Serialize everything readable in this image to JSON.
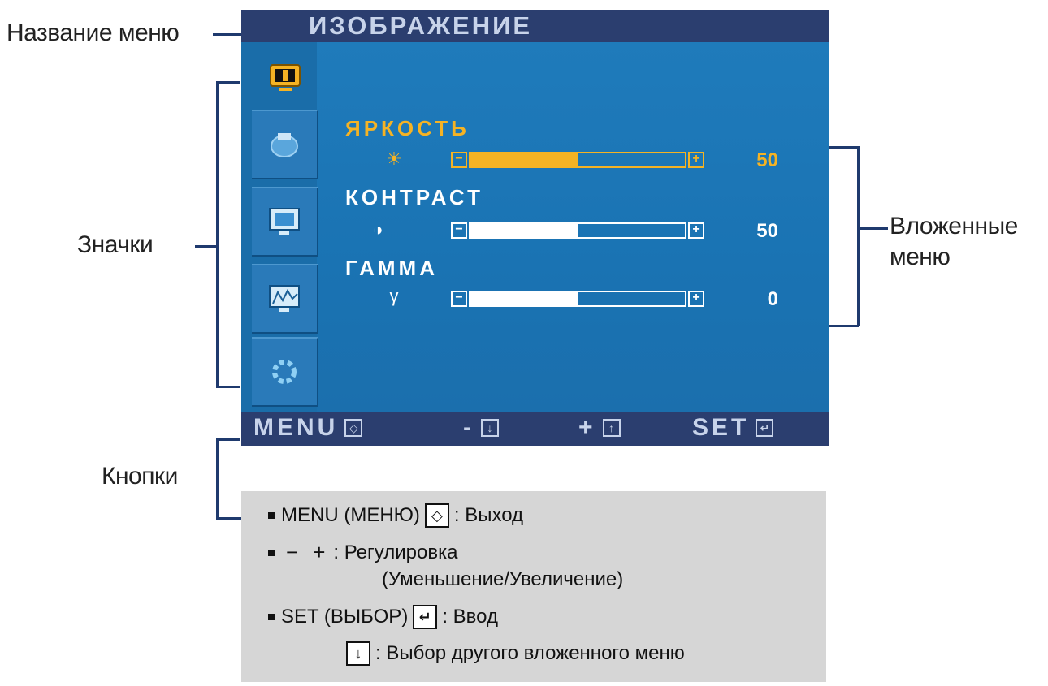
{
  "callouts": {
    "menu_name": "Название меню",
    "icons": "Значки",
    "submenus_line1": "Вложенные",
    "submenus_line2": "меню",
    "buttons": "Кнопки"
  },
  "osd": {
    "title": "ИЗОБРАЖЕНИЕ",
    "sidebar_icons": [
      "monitor-icon",
      "rgb-color-icon",
      "screen-adjust-icon",
      "picture-mode-icon",
      "settings-gear-icon"
    ],
    "settings": [
      {
        "label": "ЯРКОСТЬ",
        "icon": "☀",
        "value": "50",
        "level": 0.5,
        "highlighted": true
      },
      {
        "label": "КОНТРАСТ",
        "icon": "◑",
        "value": "50",
        "level": 0.5,
        "highlighted": false
      },
      {
        "label": "ГАММА",
        "icon": "γ",
        "value": "0",
        "level": 0.5,
        "highlighted": false
      }
    ],
    "buttons": {
      "menu": "MENU",
      "minus": "-",
      "plus": "+",
      "set": "SET"
    }
  },
  "legend": {
    "line1_label": "MENU (МЕНЮ)",
    "line1_desc": ": Выход",
    "line2_minus": "−",
    "line2_plus": "+",
    "line2_desc": ": Регулировка",
    "line2_sub": "(Уменьшение/Увеличение)",
    "line3_label": "SET (ВЫБОР)",
    "line3_desc": ": Ввод",
    "line4_desc": ": Выбор другого вложенного меню"
  },
  "colors": {
    "osd_blue": "#1f7bbb",
    "bar_navy": "#2b3e6f",
    "highlight": "#f5b324",
    "legend_bg": "#d6d6d6"
  }
}
